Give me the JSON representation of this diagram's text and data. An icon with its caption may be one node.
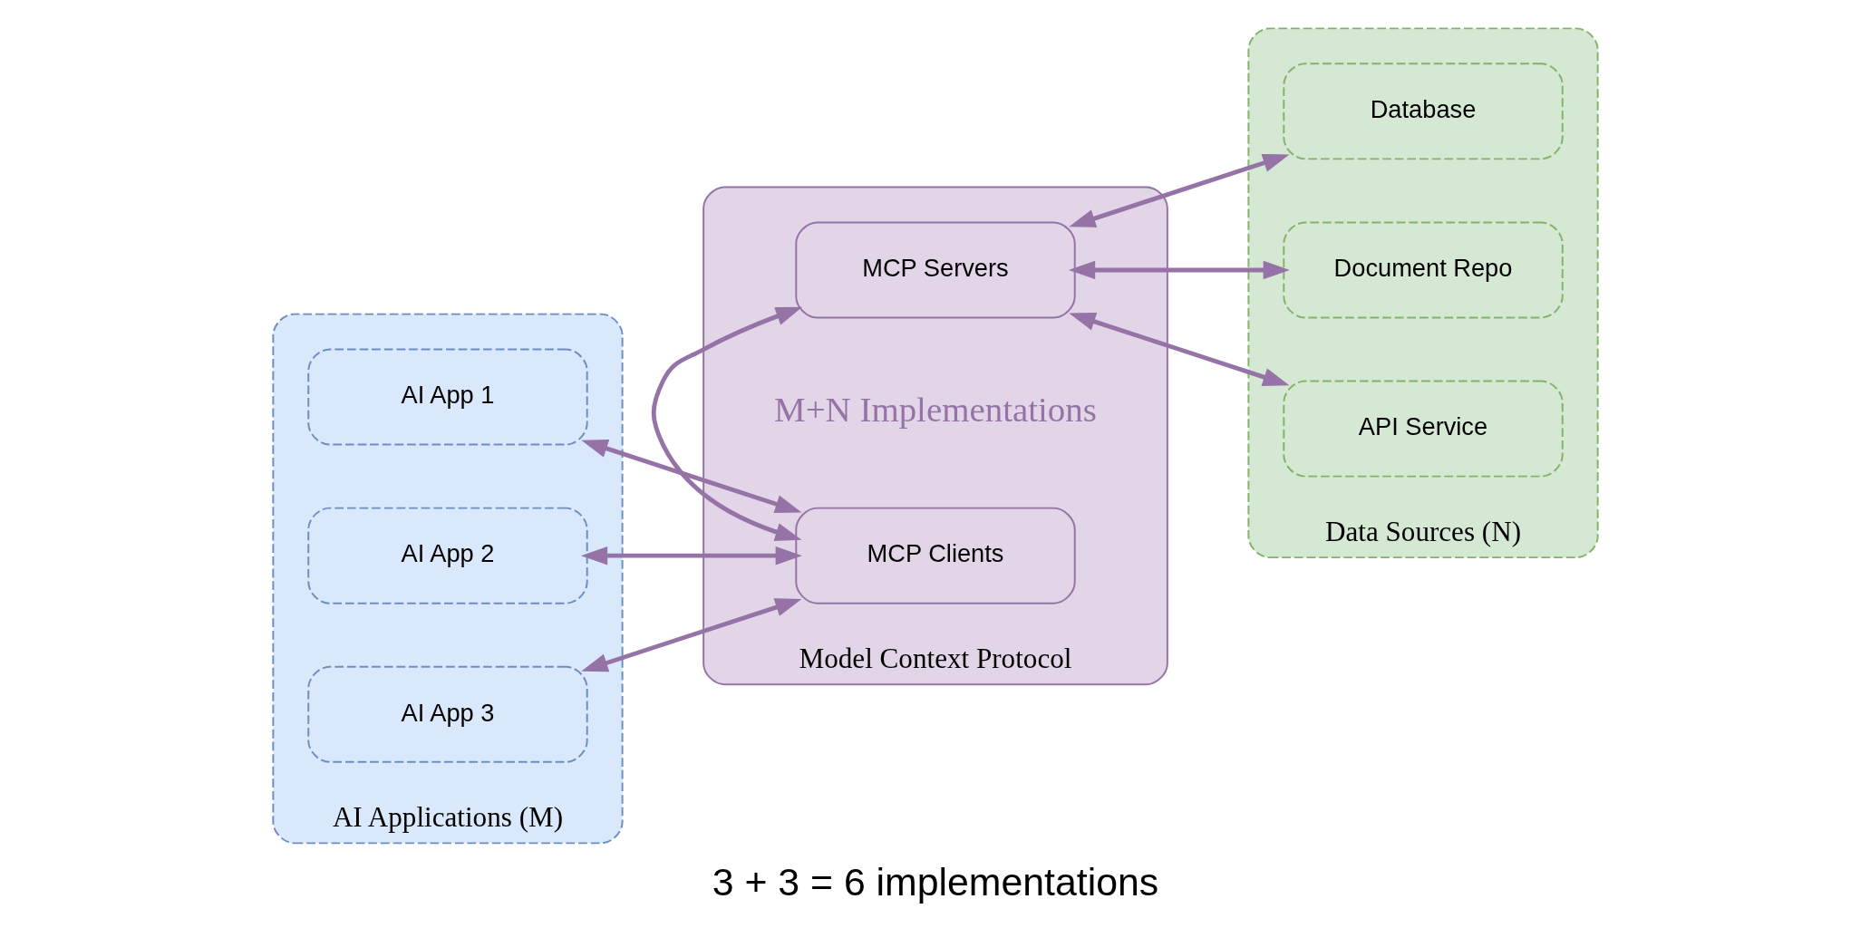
{
  "diagram": {
    "caption": "3 + 3 = 6 implementations",
    "nodes": [
      {
        "text": [
          "AI Applications (M)"
        ]
      },
      {
        "text": [
          "AI App 1"
        ],
        "in": 0
      },
      {
        "text": [
          "AI App 2"
        ],
        "in": 0
      },
      {
        "text": [
          "AI App 3"
        ],
        "in": 0
      },
      {
        "text": [
          "Model Context Protocol"
        ]
      },
      {
        "text": [
          "MCP Clients"
        ],
        "in": 4
      },
      {
        "text": [
          "MCP Servers"
        ],
        "in": 4
      },
      {
        "text": [
          "Data Sources (N)"
        ]
      },
      {
        "text": [
          "Database"
        ],
        "in": 7
      },
      {
        "text": [
          "Document Repo"
        ],
        "in": 7
      },
      {
        "text": [
          "API Service"
        ],
        "in": 7
      }
    ],
    "edges": [
      {
        "from": 1,
        "to": 5,
        "arrow": "both"
      },
      {
        "from": 2,
        "to": 5,
        "arrow": "both"
      },
      {
        "from": 3,
        "to": 5,
        "arrow": "both"
      },
      {
        "from": 5,
        "to": 6,
        "arrow": "both"
      },
      {
        "from": 6,
        "to": 8,
        "arrow": "both"
      },
      {
        "from": 6,
        "to": 9,
        "arrow": "both"
      },
      {
        "from": 6,
        "to": 10,
        "arrow": "both"
      }
    ],
    "labels": [
      "M+N Implementations"
    ]
  }
}
